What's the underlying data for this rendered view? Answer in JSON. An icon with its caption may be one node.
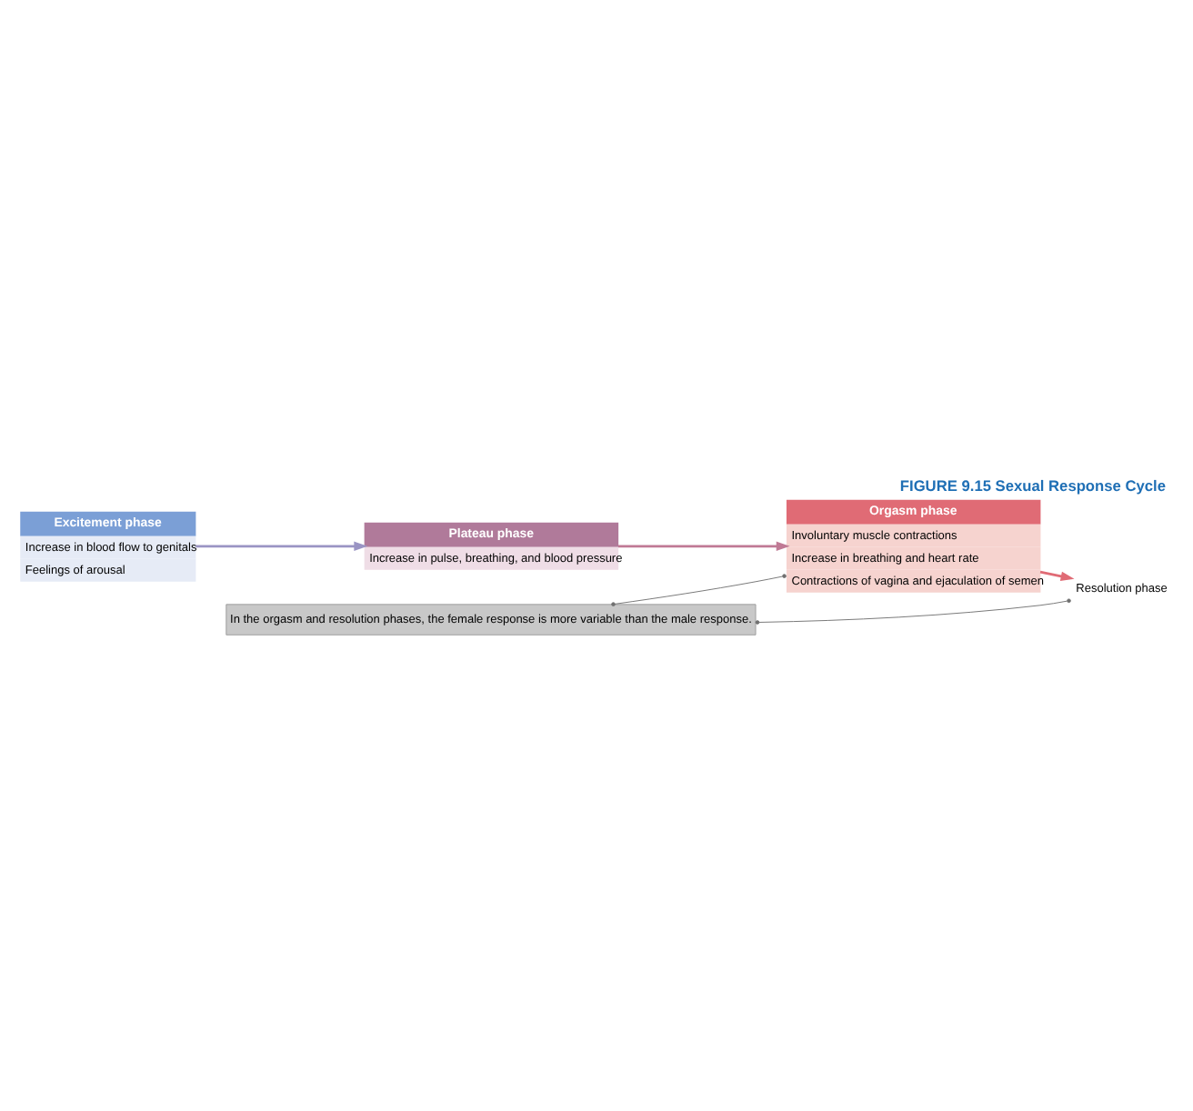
{
  "diagram": {
    "title": "FIGURE 9.15 Sexual Response Cycle",
    "nodes": [
      {
        "text": [
          "Excitement phase",
          "Increase in blood flow to genitals",
          "Feelings of arousal"
        ]
      },
      {
        "text": [
          "Plateau phase",
          "Increase in pulse, breathing, and blood pressure"
        ]
      },
      {
        "text": [
          "Orgasm phase",
          "Involuntary muscle contractions",
          "Increase in breathing and heart rate",
          "Contractions of vagina and ejaculation of semen"
        ]
      },
      {
        "text": [
          "Resolution phase"
        ]
      },
      {
        "text": [
          "In the orgasm and resolution phases, the female response is more variable than the male response."
        ]
      }
    ],
    "edges": [
      {
        "from": 0,
        "to": 1,
        "arrow": "to",
        "color": "#9a94c4"
      },
      {
        "from": 1,
        "to": 2,
        "arrow": "to",
        "color": "#c07a95"
      },
      {
        "from": 2,
        "to": 3,
        "arrow": "to",
        "color": "#e06b75"
      },
      {
        "from": 4,
        "to": 2,
        "arrow": "other",
        "color": "#707070"
      },
      {
        "from": 4,
        "to": 3,
        "arrow": "other",
        "color": "#707070"
      }
    ]
  }
}
